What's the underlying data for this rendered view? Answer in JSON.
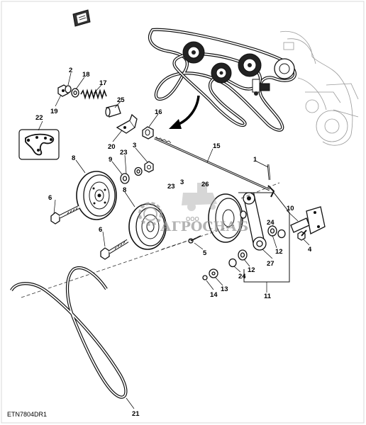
{
  "diagram": {
    "code": "ETN7804DR1",
    "watermark": {
      "brand": "АГРОСНАБ",
      "prefix": "ООО"
    },
    "callouts": [
      {
        "id": "c2",
        "text": "2"
      },
      {
        "id": "c18",
        "text": "18"
      },
      {
        "id": "c17",
        "text": "17"
      },
      {
        "id": "c19",
        "text": "19"
      },
      {
        "id": "c25",
        "text": "25"
      },
      {
        "id": "c22",
        "text": "22"
      },
      {
        "id": "c16",
        "text": "16"
      },
      {
        "id": "c20",
        "text": "20"
      },
      {
        "id": "c23a",
        "text": "23"
      },
      {
        "id": "c3a",
        "text": "3"
      },
      {
        "id": "c15",
        "text": "15"
      },
      {
        "id": "c8a",
        "text": "8"
      },
      {
        "id": "c9",
        "text": "9"
      },
      {
        "id": "c1",
        "text": "1"
      },
      {
        "id": "c23b",
        "text": "23"
      },
      {
        "id": "c3b",
        "text": "3"
      },
      {
        "id": "c26",
        "text": "26"
      },
      {
        "id": "c6a",
        "text": "6"
      },
      {
        "id": "c8b",
        "text": "8"
      },
      {
        "id": "c10",
        "text": "10"
      },
      {
        "id": "c24a",
        "text": "24"
      },
      {
        "id": "c6b",
        "text": "6"
      },
      {
        "id": "c4",
        "text": "4"
      },
      {
        "id": "c5",
        "text": "5"
      },
      {
        "id": "c12a",
        "text": "12"
      },
      {
        "id": "c27",
        "text": "27"
      },
      {
        "id": "c12b",
        "text": "12"
      },
      {
        "id": "c24b",
        "text": "24"
      },
      {
        "id": "c13",
        "text": "13"
      },
      {
        "id": "c14",
        "text": "14"
      },
      {
        "id": "c11",
        "text": "11"
      },
      {
        "id": "c21",
        "text": "21"
      }
    ]
  }
}
